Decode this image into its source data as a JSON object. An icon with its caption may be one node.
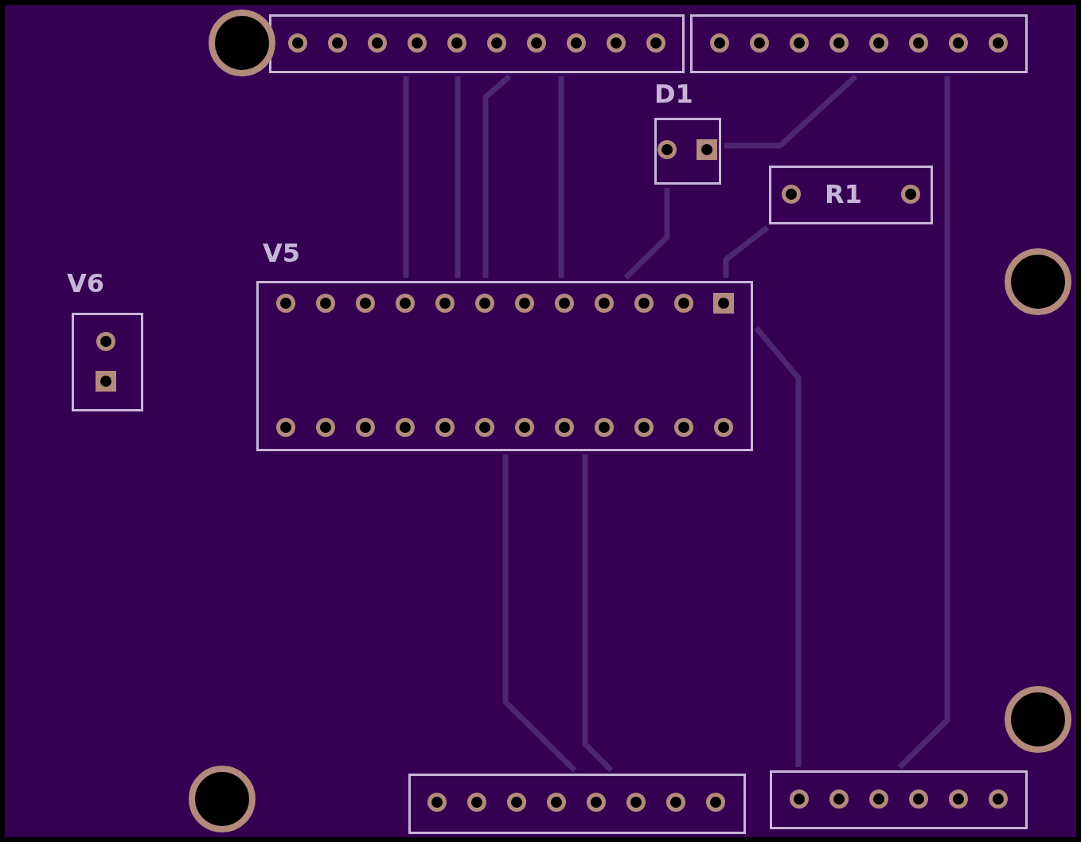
{
  "diagram": {
    "nodes": [
      {
        "text": [],
        "shape": "box"
      },
      {
        "text": [],
        "shape": "box"
      },
      {
        "text": [
          "D1"
        ]
      },
      {
        "text": [
          "R1"
        ]
      },
      {
        "text": [
          "V6"
        ]
      },
      {
        "text": [
          "V5"
        ]
      },
      {
        "text": [],
        "shape": "box"
      },
      {
        "text": [],
        "shape": "box"
      }
    ],
    "edges": [
      {
        "from": 2,
        "to": 1,
        "arrow": "none"
      },
      {
        "from": 2,
        "to": 5,
        "arrow": "none"
      },
      {
        "from": 0,
        "to": 5,
        "arrow": "none"
      },
      {
        "from": 0,
        "to": 5,
        "arrow": "none"
      },
      {
        "from": 0,
        "to": 5,
        "arrow": "none"
      },
      {
        "from": 0,
        "to": 5,
        "arrow": "none"
      },
      {
        "from": 3,
        "to": 5,
        "arrow": "none"
      },
      {
        "from": 1,
        "to": 7,
        "arrow": "none"
      },
      {
        "from": 5,
        "to": 7,
        "arrow": "none"
      },
      {
        "from": 5,
        "to": 6,
        "arrow": "none"
      },
      {
        "from": 5,
        "to": 6,
        "arrow": "none"
      }
    ]
  }
}
